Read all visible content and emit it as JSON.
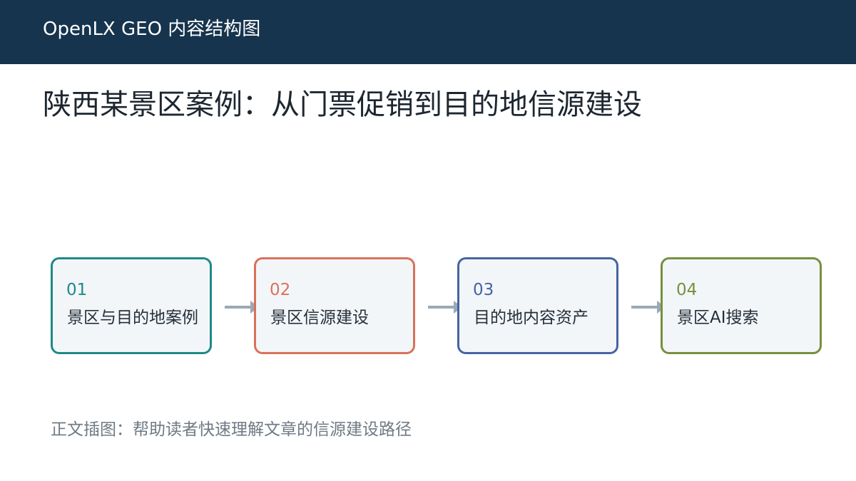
{
  "header": {
    "brand": "OpenLX GEO 内容结构图"
  },
  "page_title": "陕西某景区案例：从门票促销到目的地信源建设",
  "steps": [
    {
      "number": "01",
      "label": "景区与目的地案例",
      "color": "#1e8a88"
    },
    {
      "number": "02",
      "label": "景区信源建设",
      "color": "#d9715a"
    },
    {
      "number": "03",
      "label": "目的地内容资产",
      "color": "#4564a1"
    },
    {
      "number": "04",
      "label": "景区AI搜索",
      "color": "#76903f"
    }
  ],
  "arrow_color": "#9aa9b5",
  "caption": "正文插图：帮助读者快速理解文章的信源建设路径"
}
